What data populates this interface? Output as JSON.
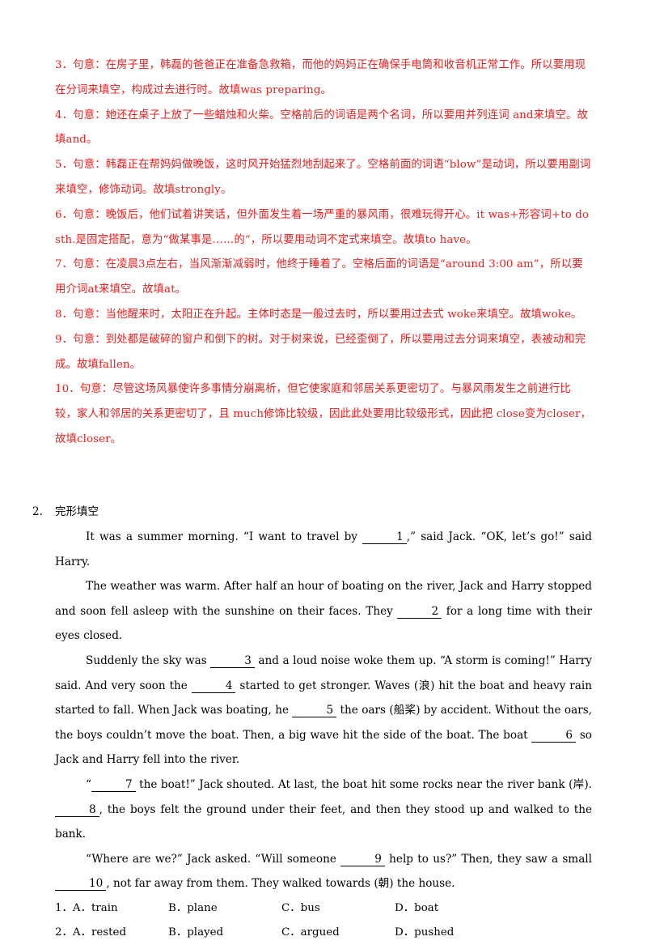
{
  "explanations": [
    "3．句意：在房子里，韩磊的爸爸正在准备急救箱，而他的妈妈正在确保手电筒和收音机正常工作。所以要用现在分词来填空，构成过去进行时。故填was  preparing。",
    "4．句意：她还在桌子上放了一些蜡烛和火柴。空格前后的词语是两个名词，所以要用并列连词 and来填空。故填and。",
    "5．句意：韩磊正在帮妈妈做晚饭，这时风开始猛烈地刮起来了。空格前面的词语“blow”是动词，所以要用副词来填空，修饰动词。故填strongly。",
    "6．句意：晚饭后，他们试着讲笑话，但外面发生着一场严重的暴风雨，很难玩得开心。it was+形容词+to do sth.是固定搭配，意为“做某事是……的”，所以要用动词不定式来填空。故填to have。",
    "7．句意：在凌晨3点左右，当风渐渐减弱时，他终于睡着了。空格后面的词语是“around 3:00 am”，所以要用介词at来填空。故填at。",
    "8．句意：当他醒来时，太阳正在升起。主体时态是一般过去时，所以要用过去式 woke来填空。故填woke。",
    "9．句意：到处都是破碎的窗户和倒下的树。对于树来说，已经歪倒了，所以要用过去分词来填空，表被动和完成。故填fallen。",
    "10．句意：尽管这场风暴使许多事情分崩离析，但它使家庭和邻居关系更密切了。与暴风雨发生之前进行比较，家人和邻居的关系更密切了，且 much修饰比较级，因此此处要用比较级形式，因此把 close变为closer，故填closer。"
  ],
  "section": {
    "number": "2.",
    "title": "完形填空"
  },
  "passage": [
    {
      "indent": true,
      "parts": [
        "It was a summer morning. “I want to travel by ",
        {
          "blank": "1"
        },
        ",” said Jack. “OK, let’s go!” said Harry."
      ]
    },
    {
      "indent": true,
      "parts": [
        "The weather was warm. After half an hour of boating on the river, Jack and Harry stopped and soon fell asleep with the sunshine on their faces. They ",
        {
          "blank": "2"
        },
        " for a long time with their eyes closed."
      ]
    },
    {
      "indent": true,
      "parts": [
        "Suddenly the sky was ",
        {
          "blank": "3"
        },
        " and a loud noise woke them up. “A storm is coming!” Harry said. And very soon the ",
        {
          "blank": "4"
        },
        " started to get stronger. Waves (浪) hit the boat and heavy rain started to fall. When Jack was boating, he ",
        {
          "blank": "5"
        },
        " the oars (船桨) by accident. Without the oars, the boys couldn’t move the boat. Then, a big wave hit the side of the boat. The boat ",
        {
          "blank": "6"
        },
        " so Jack and Harry fell into the river."
      ]
    },
    {
      "indent": true,
      "parts": [
        "“",
        {
          "blank": "7"
        },
        " the boat!” Jack shouted. At last, the boat hit some rocks near the river bank (岸). ",
        {
          "blank": "8"
        },
        ", the boys felt the ground under their feet, and then they stood up and walked to the bank."
      ]
    },
    {
      "indent": true,
      "parts": [
        "“Where are we?” Jack asked. “Will someone ",
        {
          "blank": "9"
        },
        " help to us?” Then, they saw a small ",
        {
          "blank": "10"
        },
        ", not far away from them. They walked towards (朝) the house."
      ]
    }
  ],
  "options": [
    {
      "q": "1．",
      "choices": [
        "A．train",
        "B．plane",
        "C．bus",
        "D．boat"
      ]
    },
    {
      "q": "2．",
      "choices": [
        "A．rested",
        "B．played",
        "C．argued",
        "D．pushed"
      ]
    }
  ]
}
